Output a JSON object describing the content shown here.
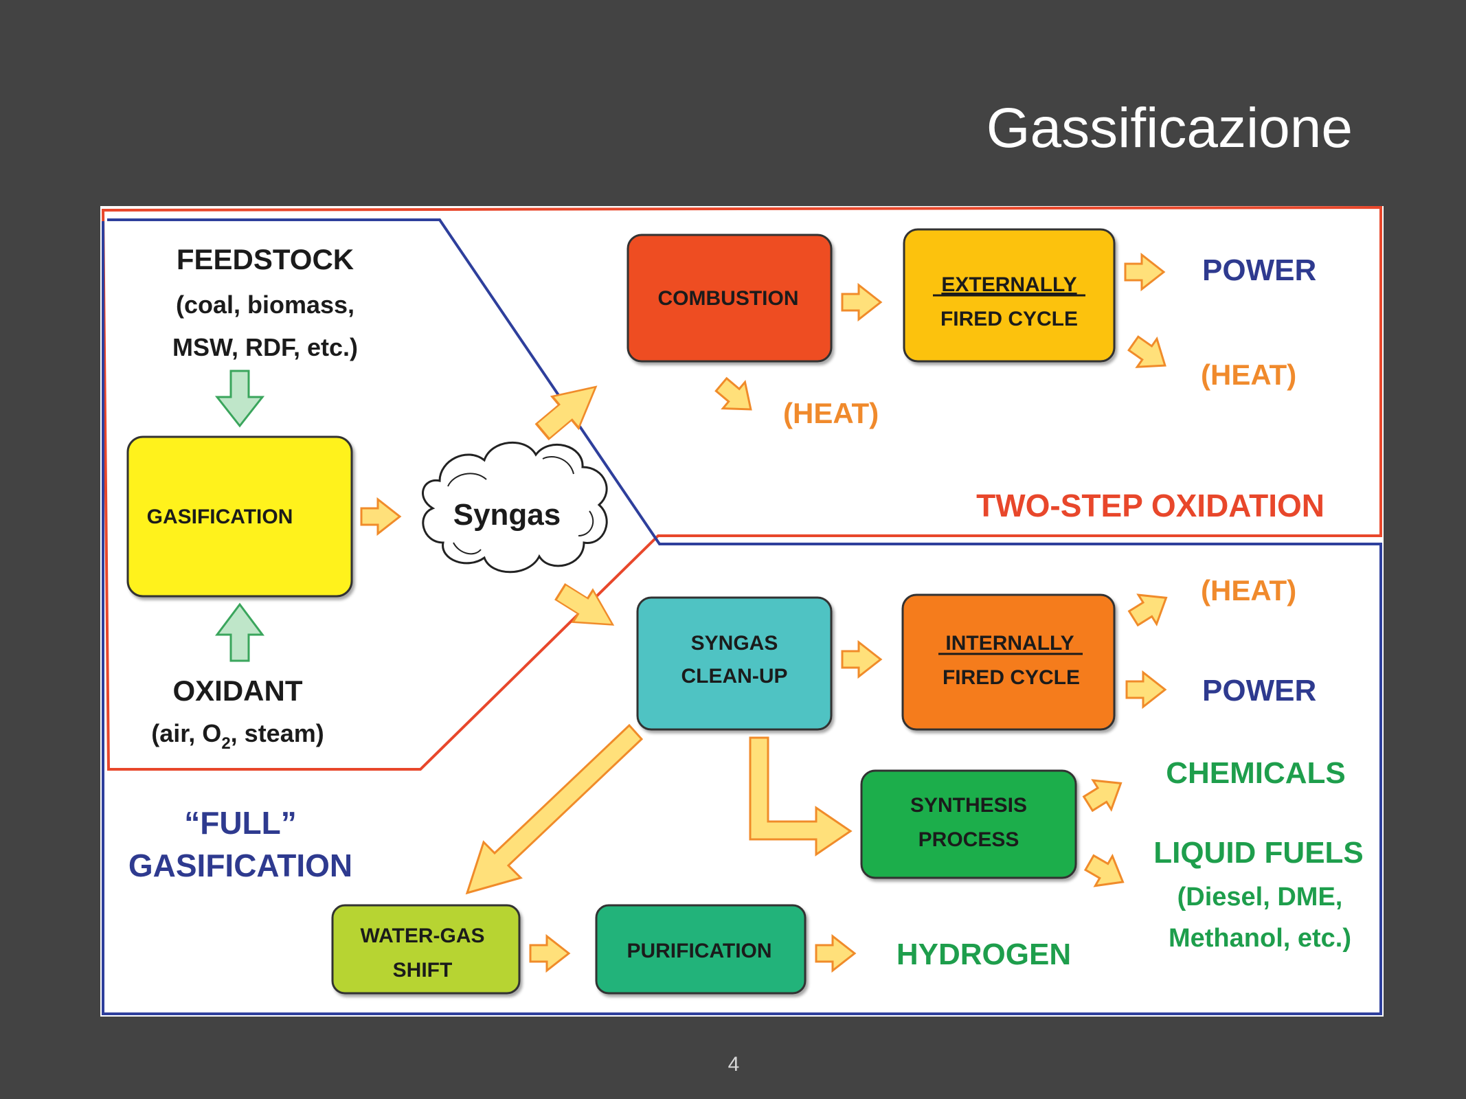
{
  "slide": {
    "title": "Gassificazione",
    "page_number": "4"
  },
  "colors": {
    "background": "#434343",
    "red_border": "#e8472b",
    "blue_border": "#2e3f9c",
    "arrow_fill": "#ffe07a",
    "arrow_stroke": "#f08b2a",
    "green_arrow_fill": "#bfe6c9",
    "green_arrow_stroke": "#3aa55c",
    "orange_text": "#f08a2c",
    "red_text": "#e8472b",
    "blue_text": "#2e3a8f",
    "green_text": "#1e9e4c"
  },
  "left": {
    "feedstock_title": "FEEDSTOCK",
    "feedstock_line1": "(coal, biomass,",
    "feedstock_line2": "MSW, RDF, etc.)",
    "oxidant_title": "OXIDANT",
    "oxidant_pre": "(air, O",
    "oxidant_sub": "2",
    "oxidant_post": ", steam)",
    "full_line1": "“FULL”",
    "full_line2": "GASIFICATION"
  },
  "boxes": {
    "gasification": "GASIFICATION",
    "syngas": "Syngas",
    "combustion": "COMBUSTION",
    "externally": "EXTERNALLY",
    "fired_cycle_1": "FIRED CYCLE",
    "syngas_cleanup_1": "SYNGAS",
    "syngas_cleanup_2": "CLEAN-UP",
    "internally": "INTERNALLY",
    "fired_cycle_2": "FIRED CYCLE",
    "synthesis_1": "SYNTHESIS",
    "synthesis_2": "PROCESS",
    "water_gas_1": "WATER-GAS",
    "water_gas_2": "SHIFT",
    "purification": "PURIFICATION"
  },
  "outputs": {
    "power_top": "POWER",
    "heat_top_right": "(HEAT)",
    "heat_combustion": "(HEAT)",
    "two_step": "TWO-STEP OXIDATION",
    "heat_internal": "(HEAT)",
    "power_internal": "POWER",
    "chemicals": "CHEMICALS",
    "liquid_fuels": "LIQUID FUELS",
    "liquid_fuels_1": "(Diesel, DME,",
    "liquid_fuels_2": "Methanol, etc.)",
    "hydrogen": "HYDROGEN"
  }
}
